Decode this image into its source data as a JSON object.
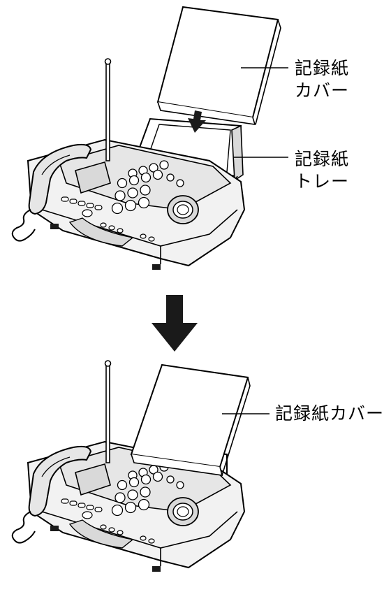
{
  "labels": {
    "cover_top_line1": "記録紙",
    "cover_top_line2": "カバー",
    "tray_line1": "記録紙",
    "tray_line2": "トレー",
    "cover_bottom": "記録紙カバー"
  },
  "colors": {
    "line": "#000000",
    "body_fill": "#f2f2f2",
    "shade_fill": "#d9d9d9",
    "dark_fill": "#1a1a1a",
    "arrow_fill": "#1a1a1a"
  },
  "icons": {
    "step_arrow": "down-arrow",
    "insert_arrow": "down-arrow"
  }
}
